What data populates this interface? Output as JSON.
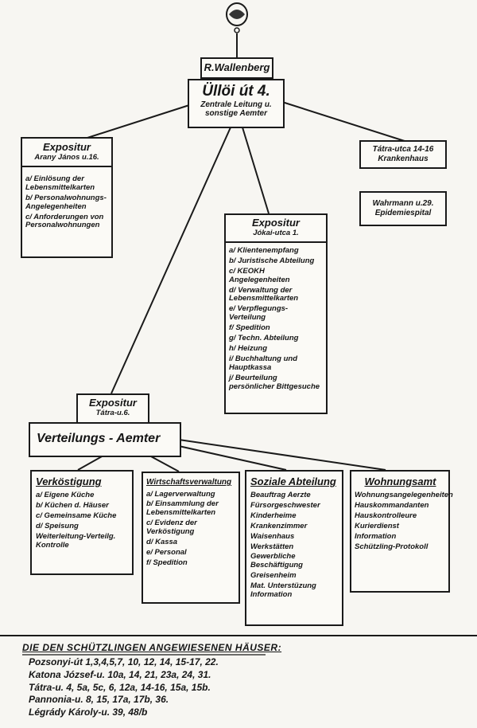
{
  "top": {
    "name": "R.Wallenberg"
  },
  "central": {
    "title": "Üllöi út 4.",
    "subtitle": "Zentrale Leitung u. sonstige Aemter"
  },
  "arany": {
    "title": "Expositur",
    "subtitle": "Arany János u.16.",
    "items": [
      "a/ Einlösung der Lebensmittelkarten",
      "b/ Personalwohnungs-Angelegenheiten",
      "c/ Anforderungen von Personalwohnungen"
    ]
  },
  "tatra1416": {
    "line1": "Tátra-utca 14-16",
    "line2": "Krankenhaus"
  },
  "wahrmann": {
    "line1": "Wahrmann u.29.",
    "line2": "Epidemiespital"
  },
  "jokai": {
    "title": "Expositur",
    "subtitle": "Jókai-utca 1.",
    "items": [
      "a/ Klientenempfang",
      "b/ Juristische Abteilung",
      "c/ KEOKH Angelegenheiten",
      "d/ Verwaltung der Lebensmittelkarten",
      "e/ Verpflegungs-Verteilung",
      "f/ Spedition",
      "g/ Techn. Abteilung",
      "h/ Heizung",
      "i/ Buchhaltung und Hauptkassa",
      "j/ Beurteilung persönlicher Bittgesuche"
    ]
  },
  "tatra6": {
    "title": "Expositur",
    "subtitle": "Tátra-u.6."
  },
  "verteilung": {
    "title": "Verteilungs - Aemter"
  },
  "verkostigung": {
    "title": "Verköstigung",
    "items": [
      "a/ Eigene Küche",
      "b/ Küchen d. Häuser",
      "c/ Gemeinsame Küche",
      "d/ Speisung",
      "Weiterleitung-Verteilg. Kontrolle"
    ]
  },
  "wirtschaft": {
    "title": "Wirtschaftsverwaltung",
    "items": [
      "a/ Lagerverwaltung",
      "b/ Einsammlung der Lebensmittelkarten",
      "c/ Evidenz der Verköstigung",
      "d/ Kassa",
      "e/ Personal",
      "f/ Spedition"
    ]
  },
  "soziale": {
    "title": "Soziale Abteilung",
    "items": [
      "Beauftrag Aerzte",
      "Fürsorgeschwester",
      "Kinderheime",
      "Krankenzimmer",
      "Waisenhaus",
      "Werkstätten",
      "Gewerbliche Beschäftigung",
      "Greisenheim",
      "Mat. Unterstüzung Information"
    ]
  },
  "wohnung": {
    "title": "Wohnungsamt",
    "items": [
      "Wohnungsangelegenheiten",
      "Hauskommandanten",
      "Hauskontrolleure",
      "Kurierdienst",
      "Information",
      "Schützling-Protokoll"
    ]
  },
  "footer": {
    "title": "DIE DEN SCHÜTZLINGEN ANGEWIESENEN HÄUSER:",
    "lines": [
      "Pozsonyi-út 1,3,4,5,7, 10, 12, 14, 15-17, 22.",
      "Katona József-u. 10a, 14, 21, 23a, 24, 31.",
      "Tátra-u. 4, 5a, 5c, 6, 12a, 14-16, 15a, 15b.",
      "Pannonia-u. 8, 15, 17a, 17b, 36.",
      "Légrády Károly-u. 39, 48/b"
    ]
  }
}
